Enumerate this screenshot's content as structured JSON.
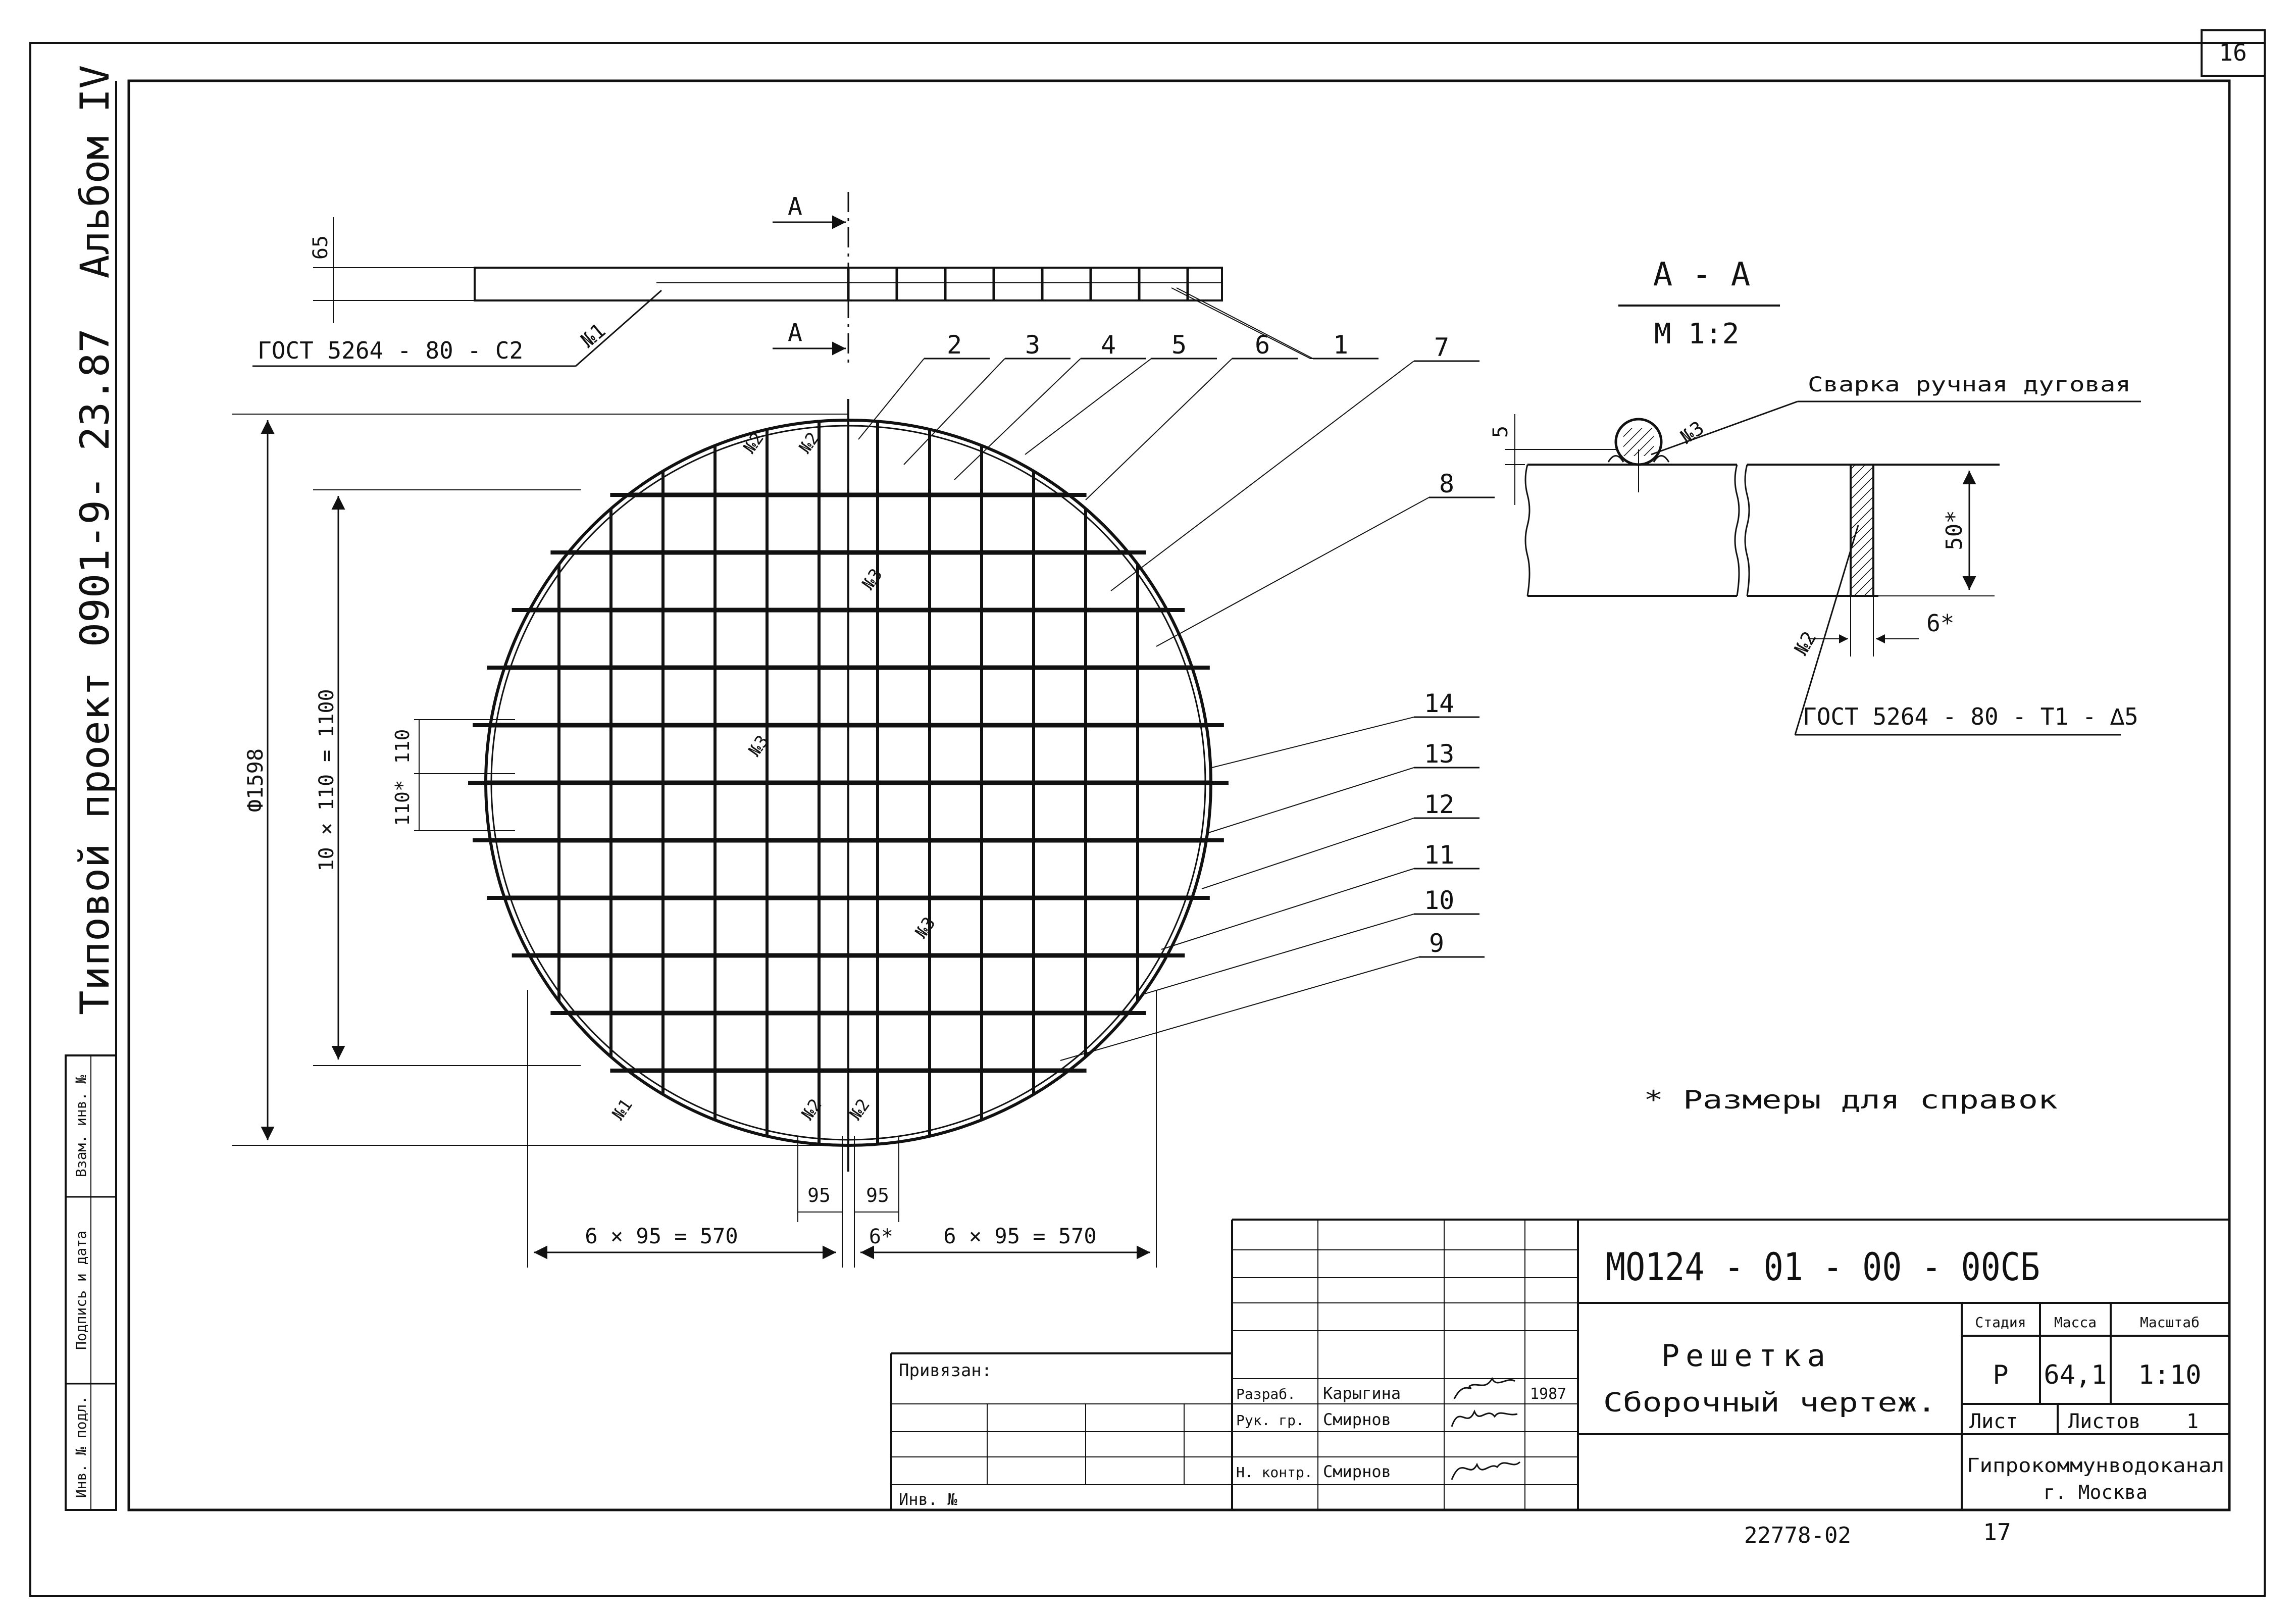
{
  "sheet_number": "16",
  "side_strip": {
    "album": "Альбом IV",
    "project_title": "Типовой проект 0901-9- 23.87",
    "stamp_cells": [
      "Инв. № подл.",
      "Подпись и дата",
      "Взам. инв. №"
    ]
  },
  "top_view": {
    "section_mark": "А",
    "dim_height": "65",
    "weld_note": "ГОСТ 5264 - 80 - С2",
    "weld_tag": "№1",
    "callouts": [
      "1",
      "2",
      "3",
      "4",
      "5",
      "6",
      "7",
      "8",
      "9",
      "10",
      "11",
      "12",
      "13",
      "14"
    ]
  },
  "plan_view": {
    "dim_diameter": "Ф1598",
    "dim_pitch_total": "10 × 110 = 1100",
    "dim_pitch": "110",
    "dim_pitch_ref": "110*",
    "dim_bottom_small": "95",
    "dim_bottom_left": "6 × 95 = 570",
    "dim_bottom_right": "6 × 95 = 570",
    "dim_bottom_mid": "6*",
    "weld_tags": [
      "№2",
      "№2",
      "№3",
      "№3",
      "№3",
      "№1",
      "№2",
      "№2"
    ]
  },
  "section_aa": {
    "title": "А - А",
    "scale": "М 1:2",
    "weld_label": "Сварка ручная дуговая",
    "weld_tag3": "№3",
    "weld_tag2": "№2",
    "dim_5": "5",
    "dim_50": "50*",
    "dim_6": "6*",
    "gost": "ГОСТ 5264 - 80 - Т1 - ∆5"
  },
  "note": "* Размеры для справок",
  "title_block": {
    "code": "МО124 - 01 - 00 - 00СБ",
    "name_line1": "Решетка",
    "name_line2": "Сборочный чертеж.",
    "headers": {
      "stage": "Стадия",
      "mass": "Масса",
      "scale": "Масштаб"
    },
    "values": {
      "stage": "Р",
      "mass": "64,1",
      "scale": "1:10"
    },
    "sheet_label": "Лист",
    "sheets_label": "Листов",
    "sheets_value": "1",
    "org_line1": "Гипрокоммунводоканал",
    "org_line2": "г. Москва",
    "privyazan": "Привязан:",
    "inv_no": "Инв. №",
    "roles": [
      {
        "role": "Разраб.",
        "name": "Карыгина",
        "year": "1987"
      },
      {
        "role": "Рук. гр.",
        "name": "Смирнов",
        "year": ""
      },
      {
        "role": "Н. контр.",
        "name": "Смирнов",
        "year": ""
      }
    ]
  },
  "footer": {
    "order_no": "22778-02",
    "page": "17"
  }
}
